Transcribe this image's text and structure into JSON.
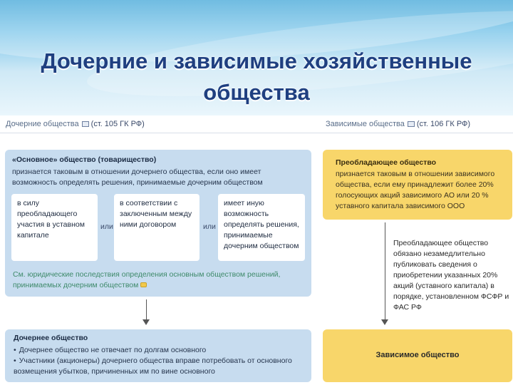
{
  "title": {
    "line1": "Дочерние и зависимые хозяйственные",
    "line2": "общества"
  },
  "left_section": {
    "label": "Дочерние общества",
    "citation": "(ст. 105 ГК РФ)"
  },
  "right_section": {
    "label": "Зависимые общества",
    "citation": "(ст. 106 ГК РФ)"
  },
  "main_company": {
    "heading": "«Основное» общество (товарищество)",
    "description": "признается таковым в отношении дочернего общества, если оно имеет возможность определять решения, принимаемые дочерним обществом",
    "conditions": [
      "в силу преобладающего участия в уставном капитале",
      "в соответствии с заключенным между ними договором",
      "имеет иную возможность определять решения, принимаемые дочерним обществом"
    ],
    "connector": "или",
    "consequences": "См. юридические последствия определения основным обществом решений, принимаемых дочерним обществом"
  },
  "dominant_company": {
    "heading": "Преобладающее общество",
    "description": "признается таковым в отношении зависимого общества, если ему принадлежит более 20% голосующих акций зависимого АО или 20 % уставного капитала зависимого ООО",
    "duty": "Преобладающее общество обязано незамедлительно публиковать сведения о приобретении указанных 20% акций (уставного капитала) в порядке, установленном ФСФР и ФАС РФ"
  },
  "subsidiary": {
    "heading": "Дочернее общество",
    "bullets": [
      "Дочернее общество не отвечает по долгам основного",
      "Участники (акционеры) дочернего общества вправе потребовать от основного возмещения убытков, причиненных им по вине основного"
    ]
  },
  "dependent": {
    "label": "Зависимое общество"
  },
  "colors": {
    "title": "#1f3f80",
    "blue_box": "#c7dcef",
    "yellow_box": "#f8d66a",
    "consequence_text": "#3e8a6a"
  }
}
